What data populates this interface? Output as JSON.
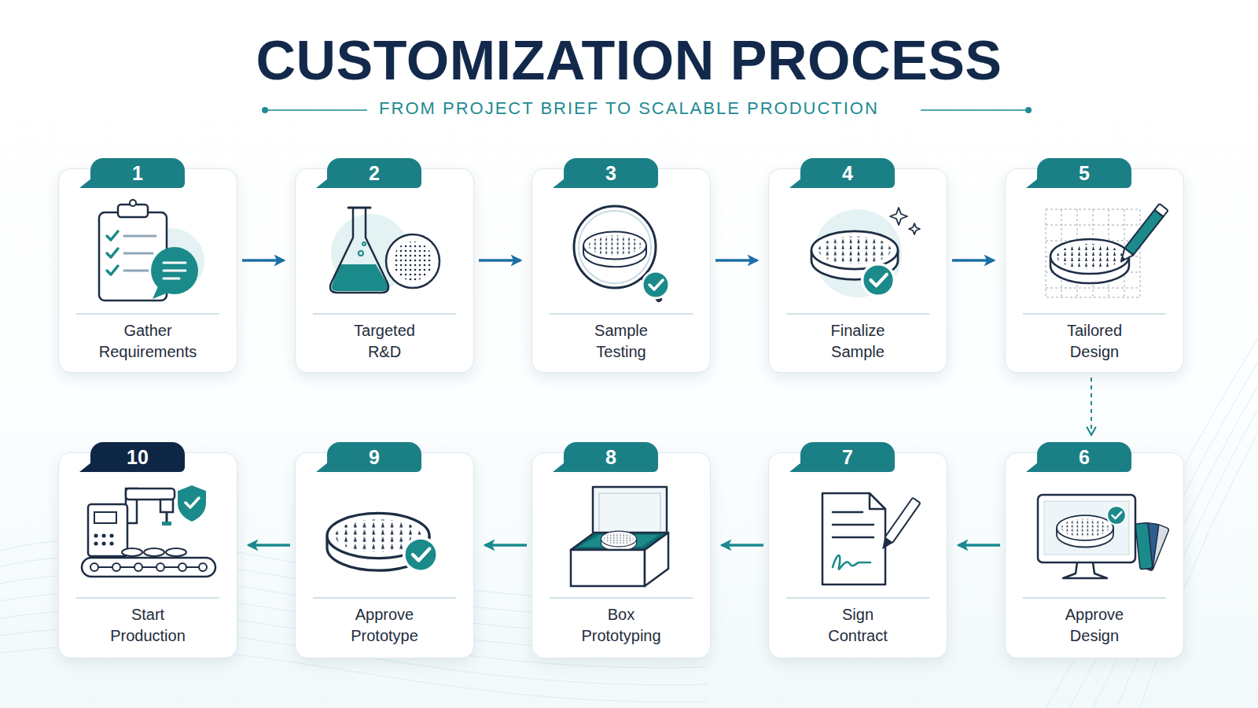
{
  "diagram": {
    "title": "CUSTOMIZATION PROCESS",
    "caption": "FROM PROJECT BRIEF TO SCALABLE PRODUCTION",
    "nodes": [
      {
        "text": [
          "1",
          "Gather Requirements"
        ]
      },
      {
        "text": [
          "2",
          "Targeted R&D"
        ]
      },
      {
        "text": [
          "3",
          "Sample Testing"
        ]
      },
      {
        "text": [
          "4",
          "Finalize Sample"
        ]
      },
      {
        "text": [
          "5",
          "Tailored Design"
        ]
      },
      {
        "text": [
          "6",
          "Approve Design"
        ]
      },
      {
        "text": [
          "7",
          "Sign Contract"
        ]
      },
      {
        "text": [
          "8",
          "Box Prototyping"
        ]
      },
      {
        "text": [
          "9",
          "Approve Prototype"
        ]
      },
      {
        "text": [
          "10",
          "Start Production"
        ]
      }
    ],
    "edges": [
      {
        "from": 0,
        "to": 1,
        "arrow": "to"
      },
      {
        "from": 1,
        "to": 2,
        "arrow": "to"
      },
      {
        "from": 2,
        "to": 3,
        "arrow": "to"
      },
      {
        "from": 3,
        "to": 4,
        "arrow": "to"
      },
      {
        "from": 4,
        "to": 5,
        "arrow": "to"
      },
      {
        "from": 5,
        "to": 6,
        "arrow": "to"
      },
      {
        "from": 6,
        "to": 7,
        "arrow": "to"
      },
      {
        "from": 7,
        "to": 8,
        "arrow": "to"
      },
      {
        "from": 8,
        "to": 9,
        "arrow": "to"
      }
    ]
  }
}
